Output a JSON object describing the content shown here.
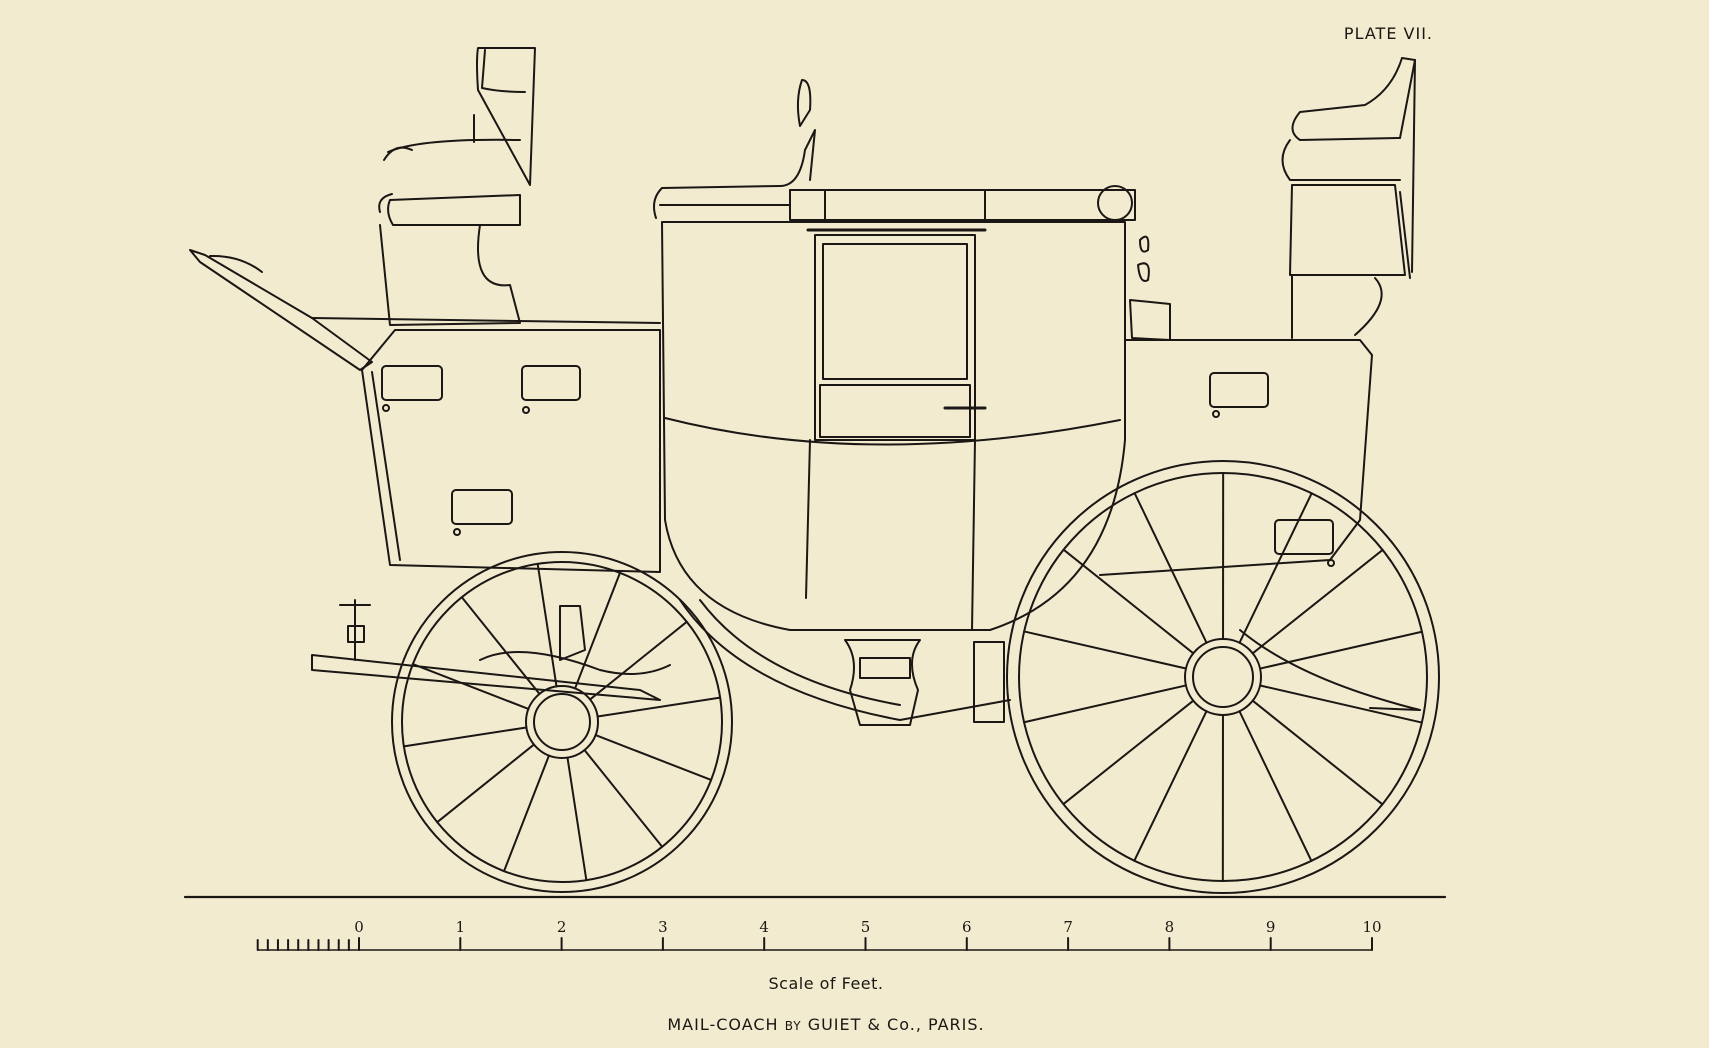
{
  "plate": "PLATE VII.",
  "scale": {
    "caption": "Scale of Feet.",
    "labels": [
      "0",
      "1",
      "2",
      "3",
      "4",
      "5",
      "6",
      "7",
      "8",
      "9",
      "10"
    ]
  },
  "title": {
    "part1": "MAIL-COACH",
    "part2": "BY",
    "part3": "GUIET & Co., PARIS."
  },
  "colors": {
    "paper": "#f3ebcf",
    "ink": "#1a1714"
  }
}
